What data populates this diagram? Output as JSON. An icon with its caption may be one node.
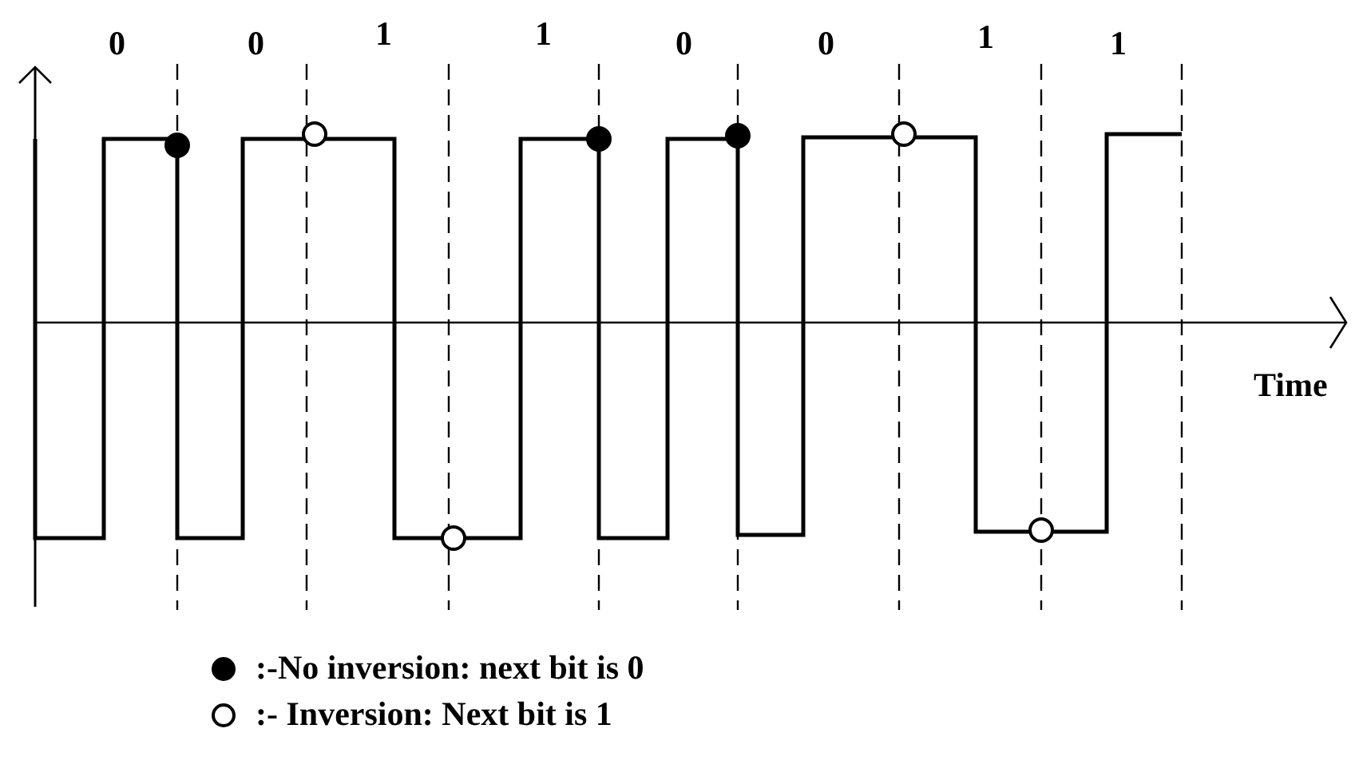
{
  "diagram": {
    "labels": [
      "0",
      "0",
      "1",
      "1",
      "0",
      "0",
      "1",
      "1",
      "Time"
    ],
    "legend": [
      {
        "text": ":-No inversion: next bit is 0"
      },
      {
        "text": ":- Inversion: Next bit is 1"
      }
    ]
  }
}
